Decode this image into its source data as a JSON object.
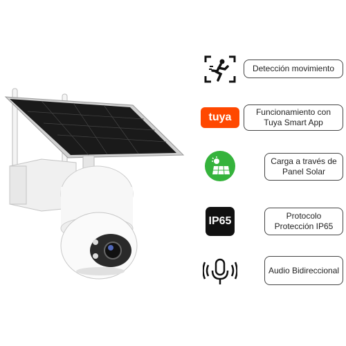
{
  "product": {
    "icon": "solar-ptz-camera-image"
  },
  "features": [
    {
      "icon": "motion-detection-icon",
      "label": "Detección movimiento"
    },
    {
      "icon": "tuya-logo",
      "logo_text": "tuya",
      "label": "Funcionamiento con Tuya Smart App"
    },
    {
      "icon": "solar-panel-icon",
      "label": "Carga a través de Panel Solar"
    },
    {
      "icon": "ip65-badge",
      "badge_text": "IP65",
      "label": "Protocolo Protección IP65"
    },
    {
      "icon": "microphone-icon",
      "label": "Audio Bidireccional"
    }
  ],
  "colors": {
    "tuya": "#ff4800",
    "solar_green": "#35b33c",
    "border": "#444444"
  }
}
